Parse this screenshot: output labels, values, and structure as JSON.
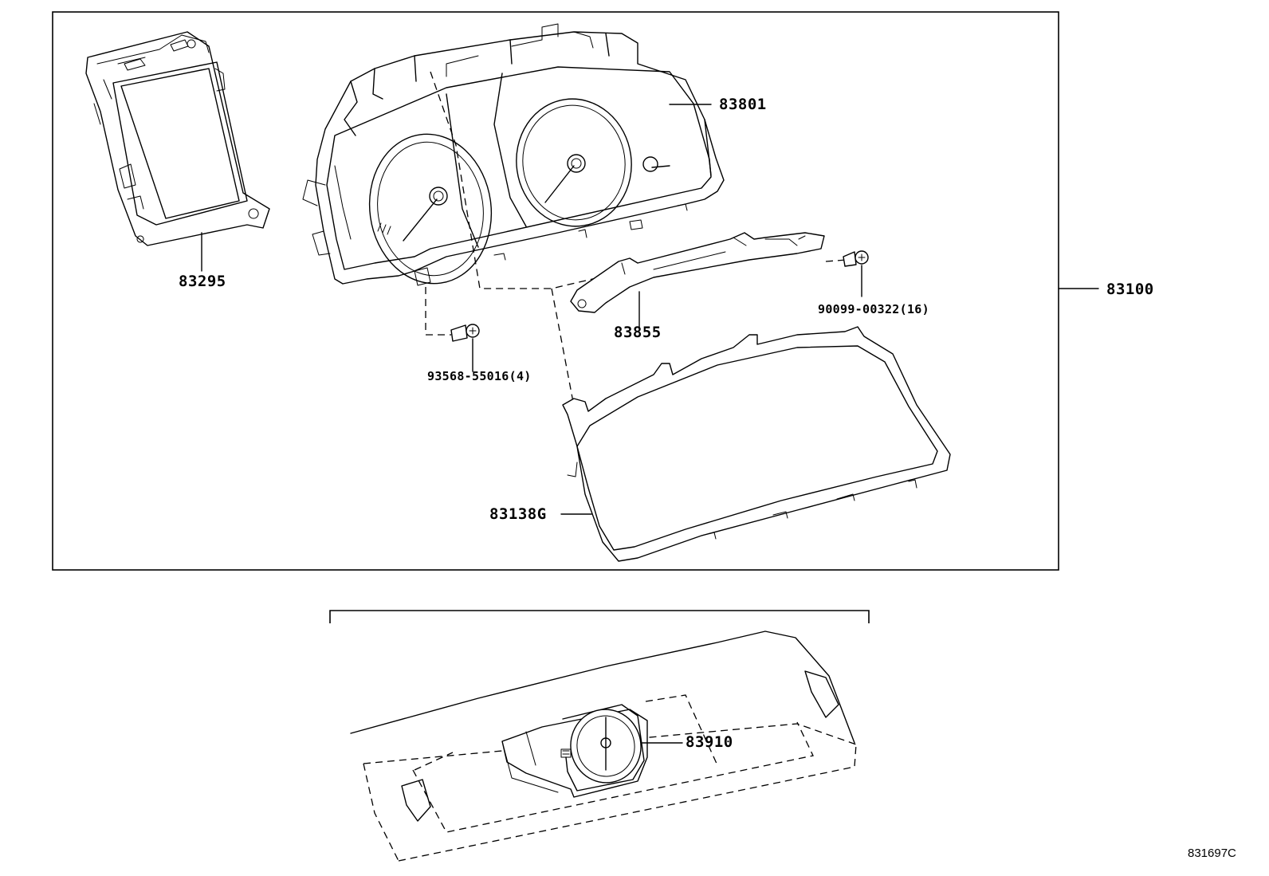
{
  "diagram": {
    "parts": {
      "assembly": "83100",
      "display_unit": "83295",
      "meter_unit": "83801",
      "bracket": "83855",
      "bracket_screw": "90099-00322(16)",
      "meter_screw": "93568-55016(4)",
      "glass_cover": "83138G",
      "clock": "83910"
    },
    "diagram_id": "831697C"
  }
}
